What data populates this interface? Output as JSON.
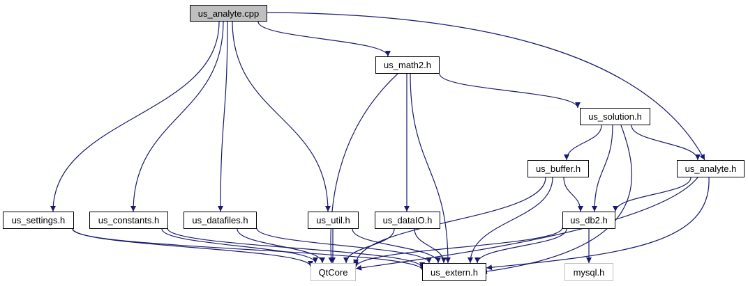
{
  "diagram": {
    "type": "include-dependency-graph",
    "edge_color": "#191970",
    "root_fill": "#bfbfbf",
    "external_border": "#bfbfbf",
    "nodes": [
      {
        "id": "us_analyte_cpp",
        "label": "us_analyte.cpp",
        "kind": "root"
      },
      {
        "id": "us_math2_h",
        "label": "us_math2.h",
        "kind": "local"
      },
      {
        "id": "us_solution_h",
        "label": "us_solution.h",
        "kind": "local"
      },
      {
        "id": "us_buffer_h",
        "label": "us_buffer.h",
        "kind": "local"
      },
      {
        "id": "us_analyte_h",
        "label": "us_analyte.h",
        "kind": "local"
      },
      {
        "id": "us_settings_h",
        "label": "us_settings.h",
        "kind": "local"
      },
      {
        "id": "us_constants_h",
        "label": "us_constants.h",
        "kind": "local"
      },
      {
        "id": "us_datafiles_h",
        "label": "us_datafiles.h",
        "kind": "local"
      },
      {
        "id": "us_util_h",
        "label": "us_util.h",
        "kind": "local"
      },
      {
        "id": "us_dataIO_h",
        "label": "us_dataIO.h",
        "kind": "local"
      },
      {
        "id": "us_db2_h",
        "label": "us_db2.h",
        "kind": "local"
      },
      {
        "id": "QtCore",
        "label": "QtCore",
        "kind": "external"
      },
      {
        "id": "us_extern_h",
        "label": "us_extern.h",
        "kind": "local"
      },
      {
        "id": "mysql_h",
        "label": "mysql.h",
        "kind": "external"
      }
    ],
    "edges": [
      [
        "us_analyte_cpp",
        "us_math2_h"
      ],
      [
        "us_analyte_cpp",
        "us_analyte_h"
      ],
      [
        "us_analyte_cpp",
        "us_settings_h"
      ],
      [
        "us_analyte_cpp",
        "us_constants_h"
      ],
      [
        "us_analyte_cpp",
        "us_datafiles_h"
      ],
      [
        "us_analyte_cpp",
        "us_util_h"
      ],
      [
        "us_math2_h",
        "us_solution_h"
      ],
      [
        "us_math2_h",
        "QtCore"
      ],
      [
        "us_math2_h",
        "us_dataIO_h"
      ],
      [
        "us_math2_h",
        "us_extern_h"
      ],
      [
        "us_solution_h",
        "us_buffer_h"
      ],
      [
        "us_solution_h",
        "us_db2_h"
      ],
      [
        "us_solution_h",
        "us_analyte_h"
      ],
      [
        "us_solution_h",
        "us_extern_h"
      ],
      [
        "us_buffer_h",
        "us_db2_h"
      ],
      [
        "us_buffer_h",
        "QtCore"
      ],
      [
        "us_buffer_h",
        "us_extern_h"
      ],
      [
        "us_analyte_h",
        "us_db2_h"
      ],
      [
        "us_analyte_h",
        "QtCore"
      ],
      [
        "us_analyte_h",
        "us_extern_h"
      ],
      [
        "us_settings_h",
        "QtCore"
      ],
      [
        "us_settings_h",
        "us_extern_h"
      ],
      [
        "us_constants_h",
        "QtCore"
      ],
      [
        "us_constants_h",
        "us_extern_h"
      ],
      [
        "us_datafiles_h",
        "QtCore"
      ],
      [
        "us_datafiles_h",
        "us_extern_h"
      ],
      [
        "us_util_h",
        "QtCore"
      ],
      [
        "us_util_h",
        "us_extern_h"
      ],
      [
        "us_dataIO_h",
        "QtCore"
      ],
      [
        "us_dataIO_h",
        "us_extern_h"
      ],
      [
        "us_db2_h",
        "QtCore"
      ],
      [
        "us_db2_h",
        "us_extern_h"
      ],
      [
        "us_db2_h",
        "mysql_h"
      ]
    ]
  }
}
